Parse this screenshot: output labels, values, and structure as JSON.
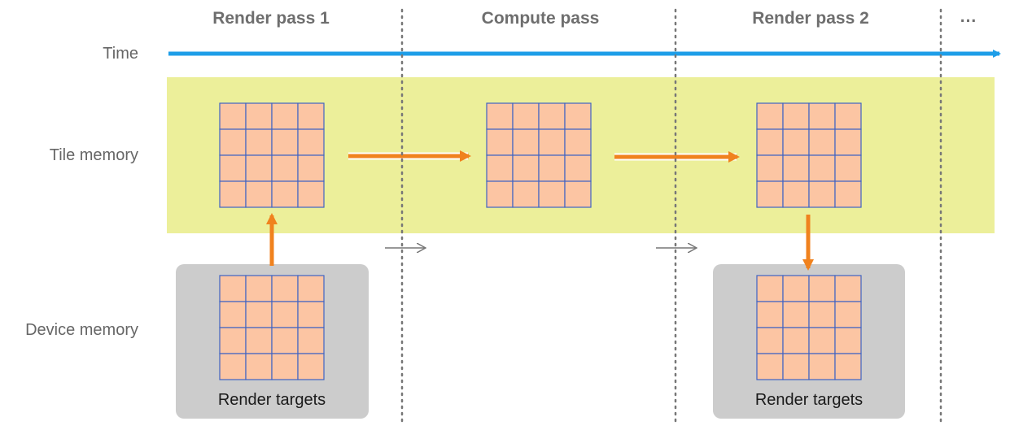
{
  "headers": {
    "render_pass_1": "Render pass 1",
    "compute_pass": "Compute pass",
    "render_pass_2": "Render pass 2",
    "more": "..."
  },
  "rows": {
    "time": "Time",
    "tile_memory": "Tile memory",
    "device_memory": "Device memory"
  },
  "boxes": {
    "render_targets_1": "Render targets",
    "render_targets_2": "Render targets"
  },
  "colors": {
    "time_arrow": "#1e9ee8",
    "tile_band": "#ecef9a",
    "device_box": "#cccccc",
    "grid_fill": "#fcc5a3",
    "grid_line": "#3e63c4",
    "flow_arrow": "#f0821e",
    "divider": "#777777"
  },
  "grid": {
    "rows": 4,
    "cols": 4
  }
}
